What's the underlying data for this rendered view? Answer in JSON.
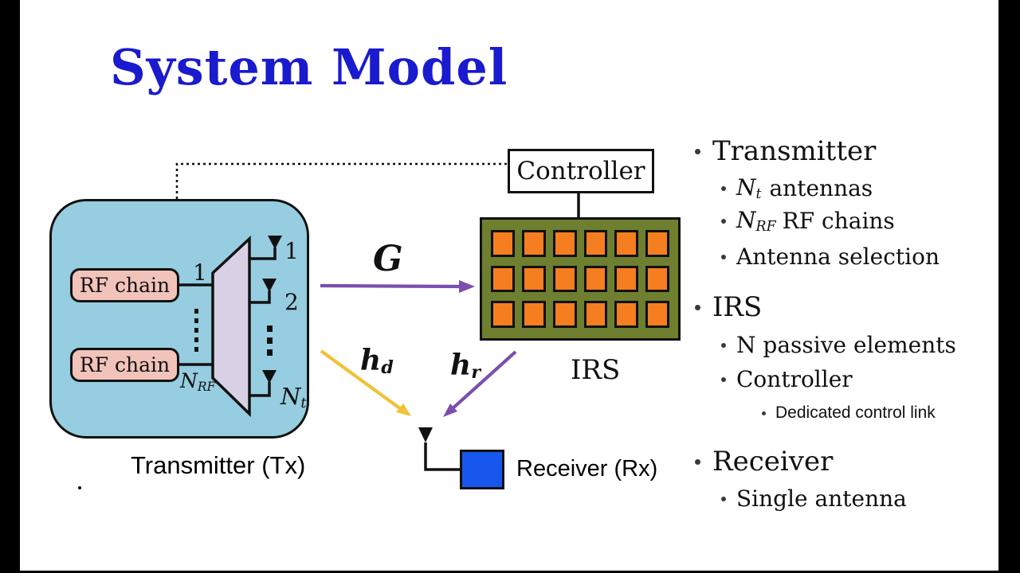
{
  "title": "System Model",
  "colors": {
    "ink": "#111111",
    "title_blue": "#1a1ace",
    "tx_fill": "#96cde0",
    "rf_fill": "#f2c3ba",
    "mux_fill": "#d9d0e6",
    "irs_fill": "#6e7f2f",
    "irs_cell": "#f57e20",
    "rx_fill": "#1857ee",
    "purple": "#7a4fae",
    "gold": "#f0c236"
  },
  "diagram": {
    "transmitter": {
      "label": "Transmitter (Tx)",
      "rf_chain_top": "RF chain",
      "rf_chain_bottom": "RF chain",
      "input_port_top": "1",
      "input_port_bottom_base": "N",
      "input_port_bottom_sub": "RF",
      "antenna_1": "1",
      "antenna_2": "2",
      "antenna_last_base": "N",
      "antenna_last_sub": "t"
    },
    "controller_label": "Controller",
    "irs": {
      "label": "IRS",
      "rows": 3,
      "cols": 6
    },
    "receiver_label": "Receiver (Rx)",
    "channels": {
      "tx_irs": "G",
      "direct_base": "h",
      "direct_sub": "d",
      "irs_rx_base": "h",
      "irs_rx_sub": "r"
    }
  },
  "notes": {
    "transmitter": {
      "title": "Transmitter",
      "item1_math": "N",
      "item1_sub": "t",
      "item1_text": "antennas",
      "item2_math": "N",
      "item2_sub": "RF",
      "item2_text": "RF chains",
      "item3_text": "Antenna selection"
    },
    "irs": {
      "title": "IRS",
      "item1_text": "N passive elements",
      "item2_text": "Controller",
      "item3_text": "Dedicated control link"
    },
    "receiver": {
      "title": "Receiver",
      "item1_text": "Single antenna"
    }
  }
}
